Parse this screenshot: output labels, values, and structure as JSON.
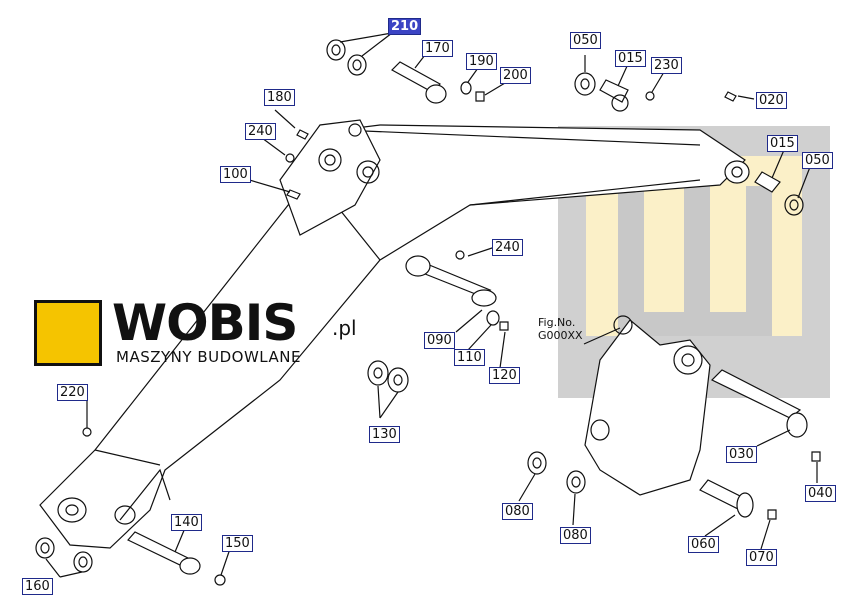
{
  "logo": {
    "brand": "WOBIS",
    "tld": ".pl",
    "tagline": "MASZYNY BUDOWLANE"
  },
  "figure": {
    "label": "Fig.No.",
    "number": "G000XX"
  },
  "part_numbers": {
    "p210": "210",
    "p170": "170",
    "p190": "190",
    "p200": "200",
    "p050a": "050",
    "p015a": "015",
    "p230": "230",
    "p020": "020",
    "p180": "180",
    "p240a": "240",
    "p015b": "015",
    "p050b": "050",
    "p100": "100",
    "p240b": "240",
    "p090": "090",
    "p110": "110",
    "p120": "120",
    "p220": "220",
    "p130": "130",
    "p030": "030",
    "p040": "040",
    "p080a": "080",
    "p080b": "080",
    "p060": "060",
    "p070": "070",
    "p140": "140",
    "p150": "150",
    "p160": "160"
  },
  "highlighted_part": "210",
  "colors": {
    "callout_border": "#1f2a8a",
    "highlight_fill": "#3b44c4",
    "logo_yellow": "#f5c400",
    "watermark_grey": "#c8c8c8",
    "watermark_cream": "#fbf0c8"
  }
}
